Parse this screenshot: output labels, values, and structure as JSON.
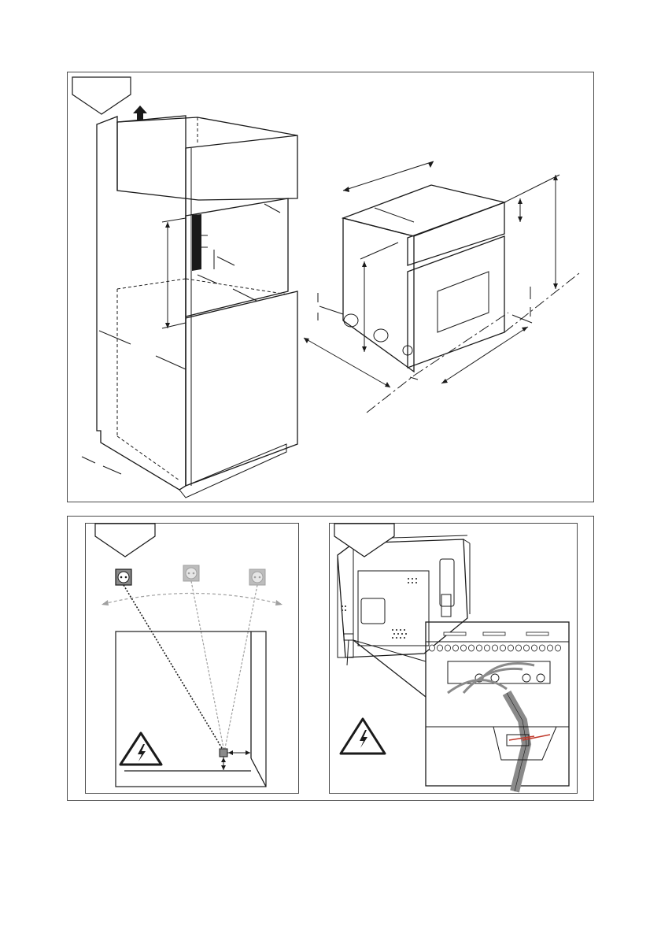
{
  "figure": {
    "panels": [
      {
        "id": "installation-cabinet",
        "step_marker": ""
      },
      {
        "id": "socket-position",
        "step_marker": ""
      },
      {
        "id": "electrical-connection",
        "step_marker": ""
      }
    ]
  },
  "icons": {
    "arrow_up": "arrow-up-icon",
    "socket_active": "power-socket-icon",
    "socket_inactive": "power-socket-icon",
    "warning": "electrical-hazard-icon"
  },
  "colors": {
    "stroke": "#1a1a1a",
    "cabinet_recess": "#b3b3b3",
    "oven_body": "#a6a6a6",
    "oven_front": "#8c8c8c",
    "socket_inactive": "#bdbdbd",
    "path_active": "#1a1a1a",
    "path_inactive": "#a0a0a0",
    "cable": "#8a8a8a",
    "terminal_accent": "#c0392b"
  }
}
